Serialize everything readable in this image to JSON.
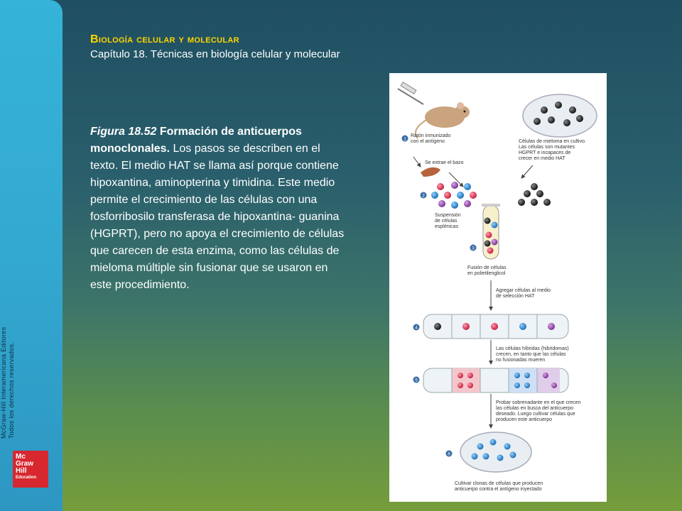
{
  "header": {
    "title": "Biología celular y molecular",
    "subtitle": "Capítulo 18. Técnicas en biología celular y molecular"
  },
  "caption": {
    "figure_label": "Figura 18.52",
    "figure_title": "Formación de anticuerpos monoclonales.",
    "body": "Los pasos se describen en el texto. El medio HAT se llama así porque contiene hipoxantina, aminopterina y timidina. Este medio permite el crecimiento de las células con una fosforribosilo transferasa de hipoxantina- guanina (HGPRT), pero no apoya el crecimiento de células que carecen de esta enzima, como las células de mieloma múltiple sin fusionar que se usaron en este procedimiento."
  },
  "sidebar": {
    "copyright_line1": "McGraw-Hill Interamericana Editores",
    "copyright_line2": "Todos los derechos reservados.",
    "logo": {
      "line1": "Mc",
      "line2": "Graw",
      "line3": "Hill",
      "line4": "Education"
    }
  },
  "figure": {
    "step1_label_a": "Ratón inmunizado",
    "step1_label_b": "con el antígeno",
    "spleen_label": "Se extrae el bazo",
    "myeloma_a": "Células de mieloma en cultivo.",
    "myeloma_b": "Las células son mutantes",
    "myeloma_c": "HGPRT e incapaces de",
    "myeloma_d": "crecer en medio HAT",
    "suspension_a": "Suspensión",
    "suspension_b": "de células",
    "suspension_c": "esplénicas",
    "fusion_a": "Fusión de células",
    "fusion_b": "en polietilenglicol",
    "hat_a": "Agregar células al medio",
    "hat_b": "de selección HAT",
    "hybrid_a": "Las células híbridas (hibridomas)",
    "hybrid_b": "crecen, en tanto que las células",
    "hybrid_c": "no fusionadas mueren",
    "probe_a": "Probar sobrenadante en el que crecen",
    "probe_b": "las células en busca del anticuerpo",
    "probe_c": "deseado. Luego cultivar células que",
    "probe_d": "producen este anticuerpo",
    "clone_a": "Cultivar clonas de células que producen",
    "clone_b": "anticuerpo contra el antígeno inyectado",
    "steps": [
      "1",
      "2",
      "3",
      "4",
      "5",
      "6"
    ]
  },
  "colors": {
    "title": "#ffd400",
    "sidebar": "#35b3d8",
    "logo": "#d7282f",
    "cell_blue": "#2c8fd6",
    "cell_red": "#e23c5a",
    "cell_purple": "#9a4fb0",
    "cell_black": "#2b2b2b",
    "step_badge": "#3a6ea5"
  }
}
